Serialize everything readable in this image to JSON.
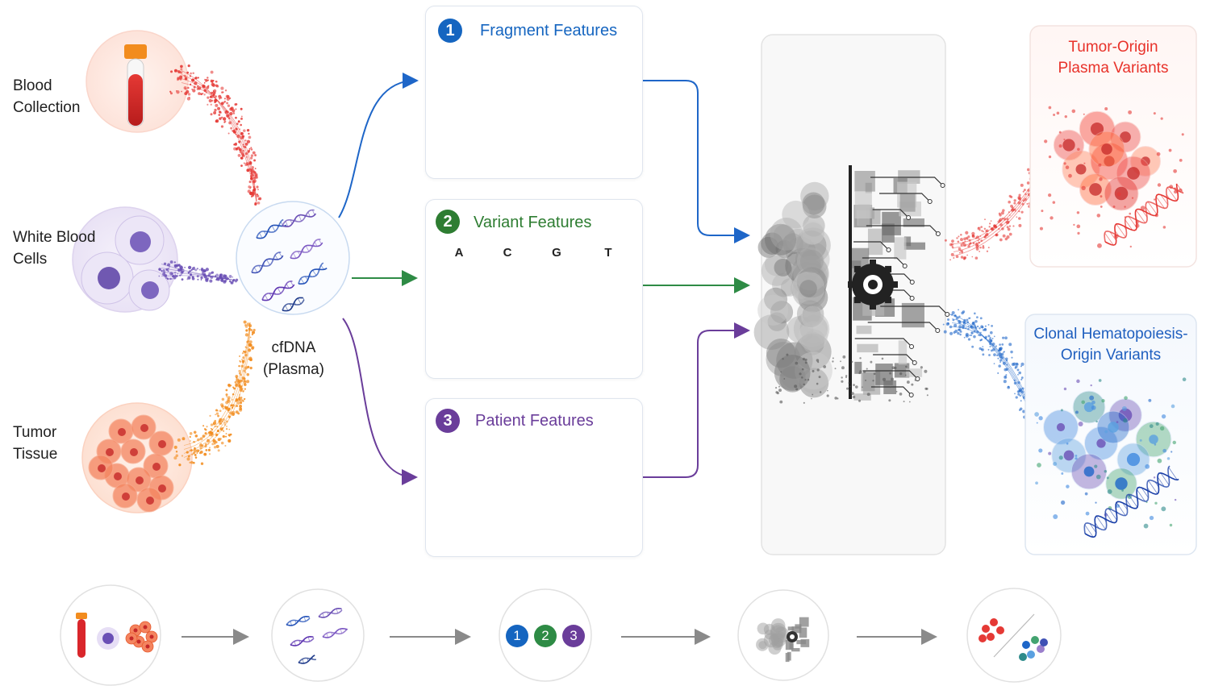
{
  "sources": {
    "blood_label": "Blood\nCollection",
    "wbc_label": "White Blood\nCells",
    "tumor_label": "Tumor\nTissue"
  },
  "cfdna": {
    "label": "cfDNA\n(Plasma)"
  },
  "feature_cards": [
    {
      "number": "1",
      "title": "Fragment Features",
      "color": "#1565c0"
    },
    {
      "number": "2",
      "title": "Variant Features",
      "color": "#2e7d32"
    },
    {
      "number": "3",
      "title": "Patient Features",
      "color": "#6a3d9a"
    }
  ],
  "variant_bases": [
    "A",
    "C",
    "G",
    "T"
  ],
  "outputs": {
    "tumor": {
      "title": "Tumor-Origin\nPlasma Variants",
      "color": "#e8322a"
    },
    "ch": {
      "title": "Clonal Hematopoiesis-\nOrigin Variants",
      "color": "#1f5fbf"
    }
  },
  "pipeline": {
    "numbers": [
      "1",
      "2",
      "3"
    ]
  },
  "colors": {
    "blood": "#d9262b",
    "wbc": "#6a4fb5",
    "tumor": "#f07a2a",
    "blue": "#1e66c8",
    "green": "#2e8b45",
    "purple": "#6a3d9a",
    "orange": "#f28c1e",
    "gray": "#8a8a8a"
  }
}
